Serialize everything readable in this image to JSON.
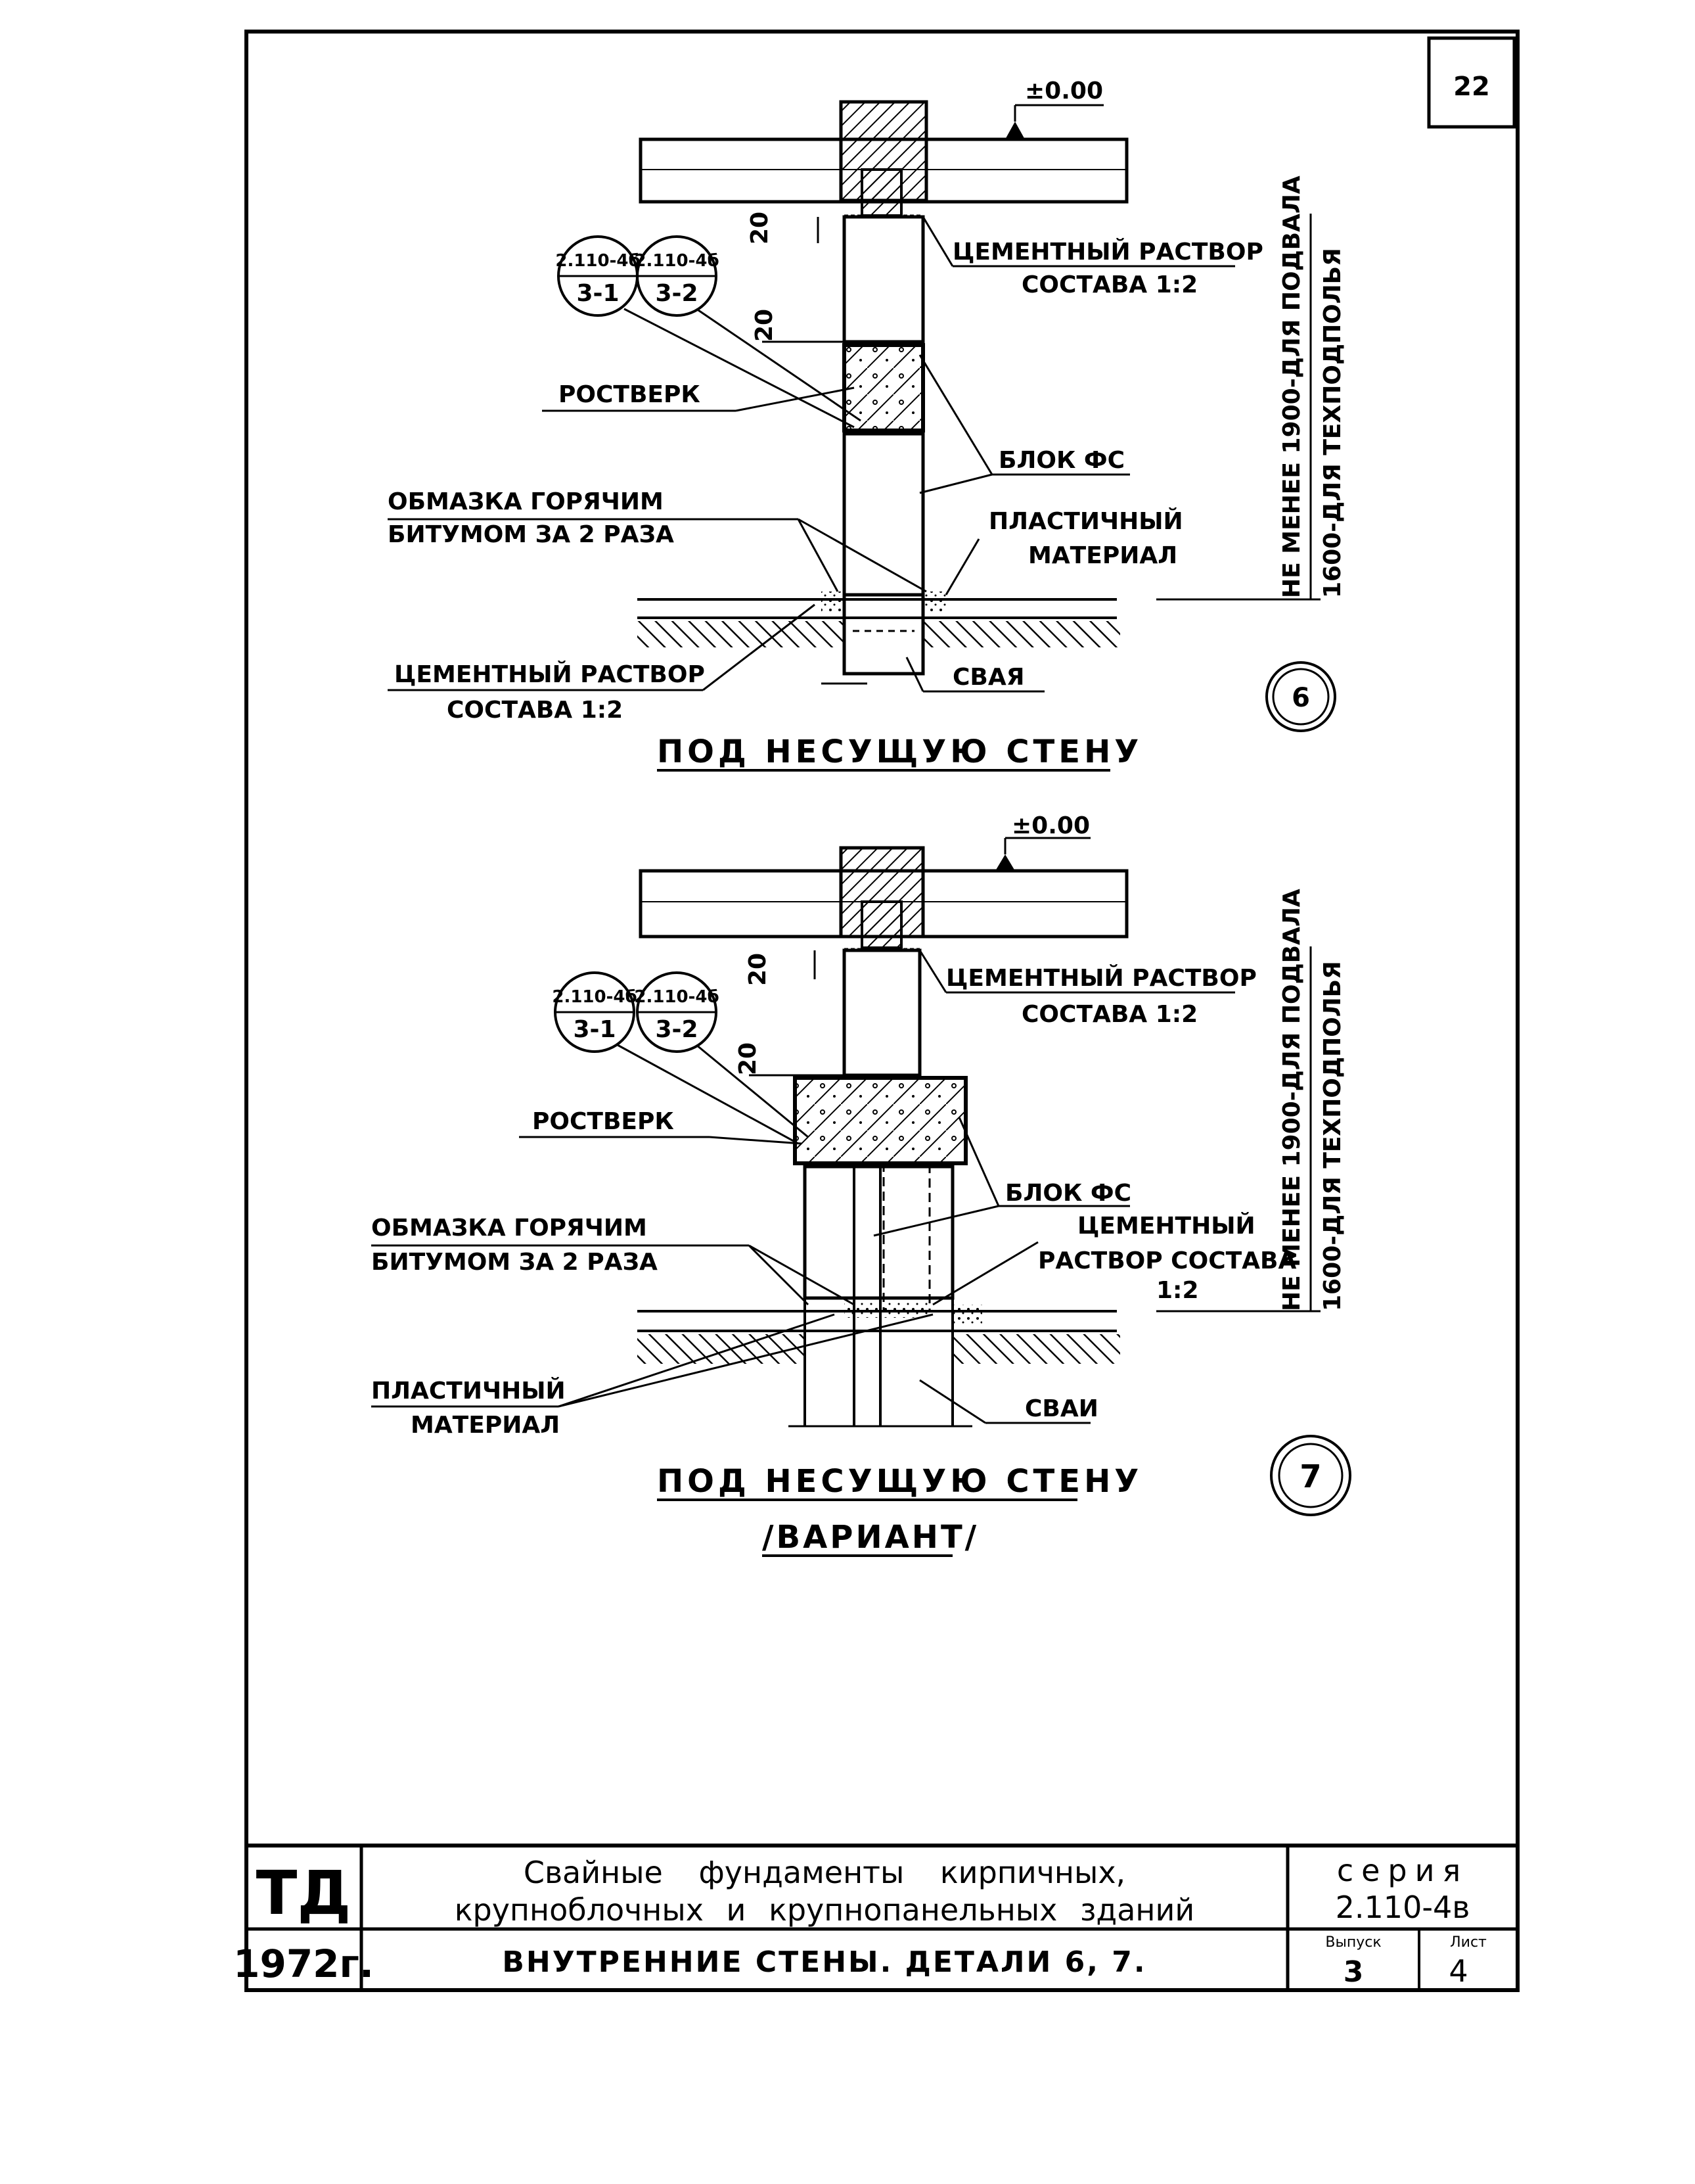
{
  "sheet": {
    "page_number": "22"
  },
  "detail6": {
    "level_mark": "±0.00",
    "dim_top": "20",
    "dim_mid": "20",
    "ref_left_top": "2.110-4б",
    "ref_left_bot": "3-1",
    "ref_right_top": "2.110-4б",
    "ref_right_bot": "3-2",
    "cement_1": "ЦЕМЕНТНЫЙ РАСТВОР",
    "cement_1b": "СОСТАВА 1:2",
    "rostverk": "РОСТВЕРК",
    "blok": "БЛОК ФС",
    "obmazka_1": "ОБМАЗКА ГОРЯЧИМ",
    "obmazka_2": "БИТУМОМ ЗА 2 РАЗА",
    "plastic_1": "ПЛАСТИЧНЫЙ",
    "plastic_2": "МАТЕРИАЛ",
    "cement_2": "ЦЕМЕНТНЫЙ РАСТВОР",
    "cement_2b": "СОСТАВА 1:2",
    "svaya": "СВАЯ",
    "vertical_1": "НЕ МЕНЕЕ 1900-ДЛЯ ПОДВАЛА",
    "vertical_2": "1600-ДЛЯ ТЕХПОДПОЛЬЯ",
    "number": "6",
    "caption": "ПОД НЕСУЩУЮ СТЕНУ"
  },
  "detail7": {
    "level_mark": "±0.00",
    "dim_top": "20",
    "dim_mid": "20",
    "ref_left_top": "2.110-4б",
    "ref_left_bot": "3-1",
    "ref_right_top": "2.110-4б",
    "ref_right_bot": "3-2",
    "cement_1": "ЦЕМЕНТНЫЙ РАСТВОР",
    "cement_1b": "СОСТАВА 1:2",
    "rostverk": "РОСТВЕРК",
    "blok": "БЛОК ФС",
    "obmazka_1": "ОБМАЗКА ГОРЯЧИМ",
    "obmazka_2": "БИТУМОМ ЗА 2 РАЗА",
    "cement_2a": "ЦЕМЕНТНЫЙ",
    "cement_2b": "РАСТВОР СОСТАВА",
    "cement_2c": "1:2",
    "plastic_1": "ПЛАСТИЧНЫЙ",
    "plastic_2": "МАТЕРИАЛ",
    "svai": "СВАИ",
    "vertical_1": "НЕ МЕНЕЕ 1900-ДЛЯ ПОДВАЛА",
    "vertical_2": "1600-ДЛЯ ТЕХПОДПОЛЬЯ",
    "number": "7",
    "caption": "ПОД НЕСУЩУЮ СТЕНУ",
    "caption2": "/ВАРИАНТ/"
  },
  "stamp": {
    "td": "ТД",
    "year": "1972г.",
    "title_1": "Свайные фундаменты кирпичных,",
    "title_2": "крупноблочных и крупнопанельных зданий",
    "subtitle": "ВНУТРЕННИЕ СТЕНЫ. ДЕТАЛИ 6, 7.",
    "series_label": "серия",
    "series_value": "2.110-4в",
    "vypusk_label": "Выпуск",
    "vypusk_value": "3",
    "list_label": "Лист",
    "list_value": "4"
  }
}
